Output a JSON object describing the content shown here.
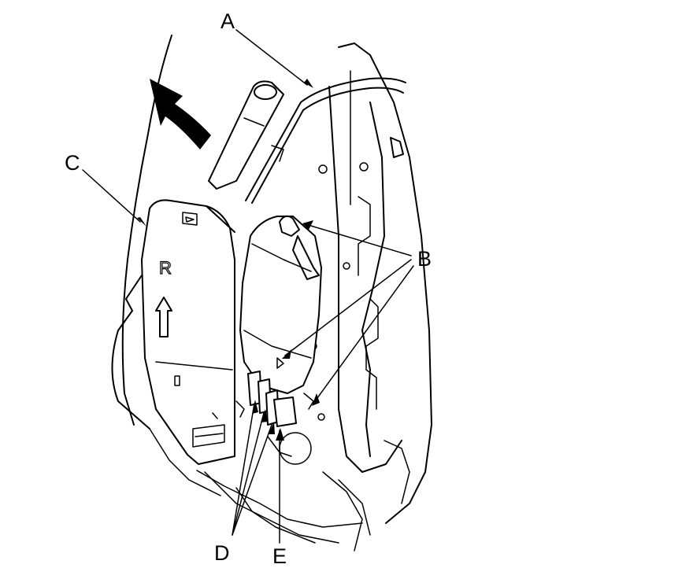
{
  "callouts": {
    "a": "A",
    "b": "B",
    "c": "C",
    "d": "D",
    "e": "E"
  },
  "cover_marking": {
    "letter": "R"
  },
  "colors": {
    "line": "#000000",
    "background": "#ffffff"
  }
}
